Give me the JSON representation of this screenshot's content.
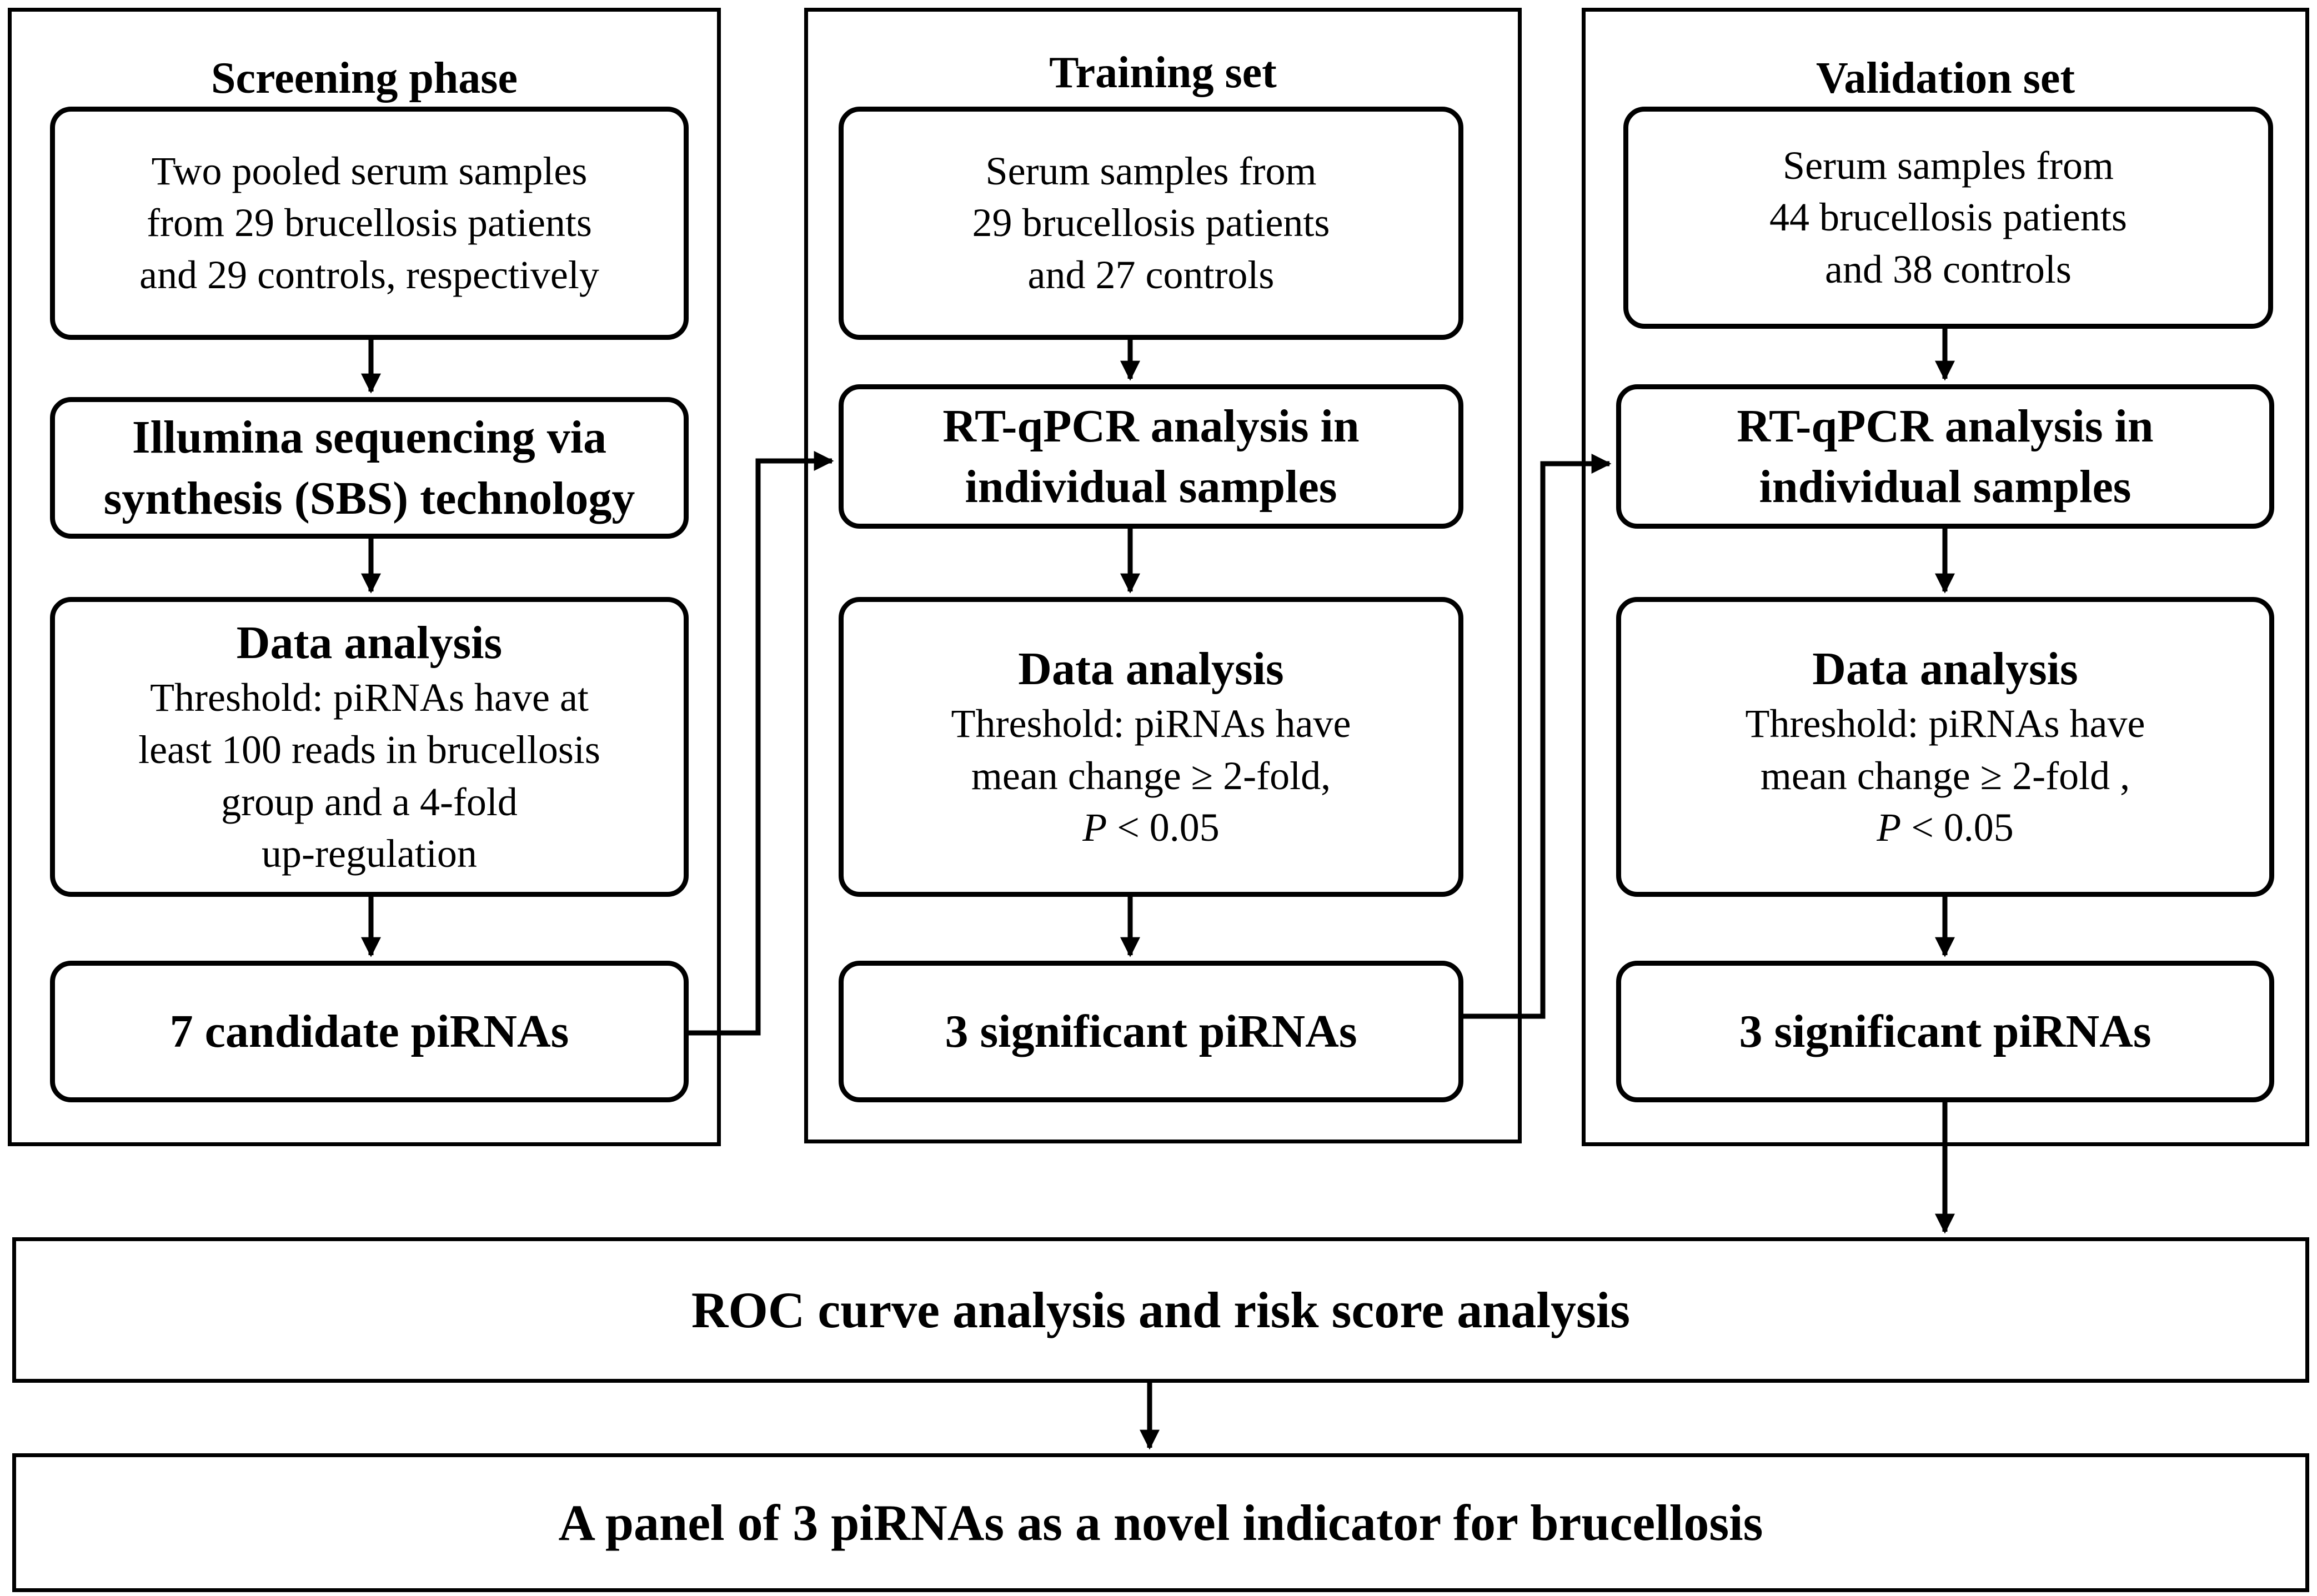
{
  "screening": {
    "title": "Screening phase",
    "box1": [
      "Two pooled  serum samples",
      "from 29 brucellosis patients",
      "and 29 controls, respectively"
    ],
    "box2": [
      "Illumina sequencing via",
      "synthesis (SBS) technology"
    ],
    "box3_head": "Data analysis",
    "box3_lines": [
      "Threshold: piRNAs have at",
      "least 100 reads in brucellosis",
      "group and a 4-fold",
      "up-regulation"
    ],
    "box4": "7 candidate piRNAs"
  },
  "training": {
    "title": "Training set",
    "box1": [
      "Serum samples from",
      "29 brucellosis patients",
      "and 27 controls"
    ],
    "box2": [
      "RT-qPCR analysis in",
      "individual samples"
    ],
    "box3_head": "Data analysis",
    "box3_lines": [
      "Threshold: piRNAs have",
      "mean change ≥ 2-fold,"
    ],
    "box3_p_italic": "P",
    "box3_p_rest": " < 0.05",
    "box4": "3 significant piRNAs"
  },
  "validation": {
    "title": "Validation set",
    "box1": [
      "Serum samples from",
      "44 brucellosis patients",
      "and 38 controls"
    ],
    "box2": [
      "RT-qPCR analysis in",
      "individual samples"
    ],
    "box3_head": "Data analysis",
    "box3_lines": [
      "Threshold: piRNAs have",
      "mean change ≥ 2-fold ,"
    ],
    "box3_p_italic": "P",
    "box3_p_rest": " < 0.05",
    "box4": "3 significant piRNAs"
  },
  "roc": "ROC curve  analysis and risk score analysis",
  "panel": "A panel of 3 piRNAs  as a novel indicator for brucellosis"
}
